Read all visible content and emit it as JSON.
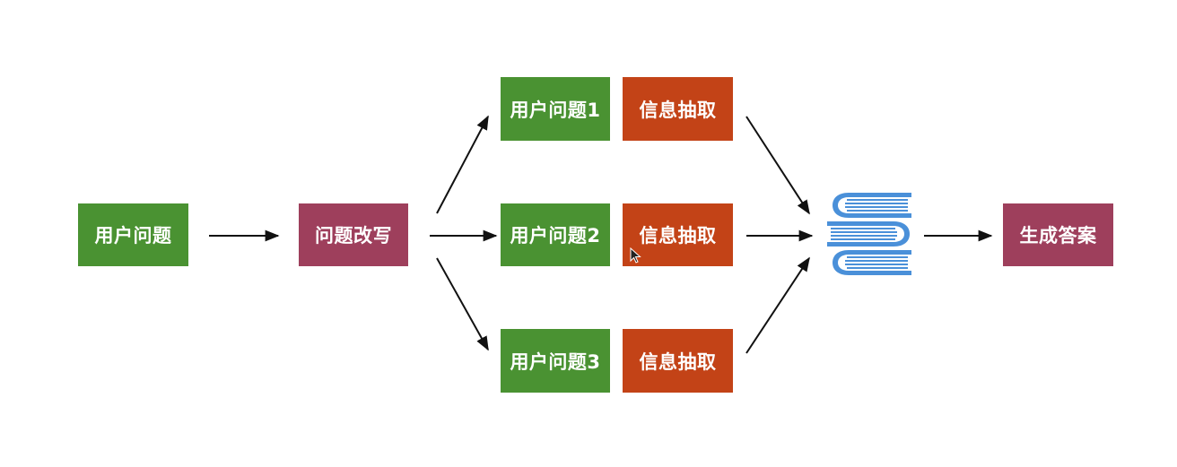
{
  "colors": {
    "green": "#4a9232",
    "maroon": "#9e3f5c",
    "orange": "#c34317",
    "arrow": "#111111",
    "book": "#4a90d9"
  },
  "nodes": {
    "user_question": "用户问题",
    "rewrite": "问题改写",
    "q1": "用户问题1",
    "q2": "用户问题2",
    "q3": "用户问题3",
    "extract1": "信息抽取",
    "extract2": "信息抽取",
    "extract3": "信息抽取",
    "answer": "生成答案"
  },
  "icons": {
    "knowledge_base": "books-stack-icon",
    "cursor": "mouse-cursor-icon"
  }
}
